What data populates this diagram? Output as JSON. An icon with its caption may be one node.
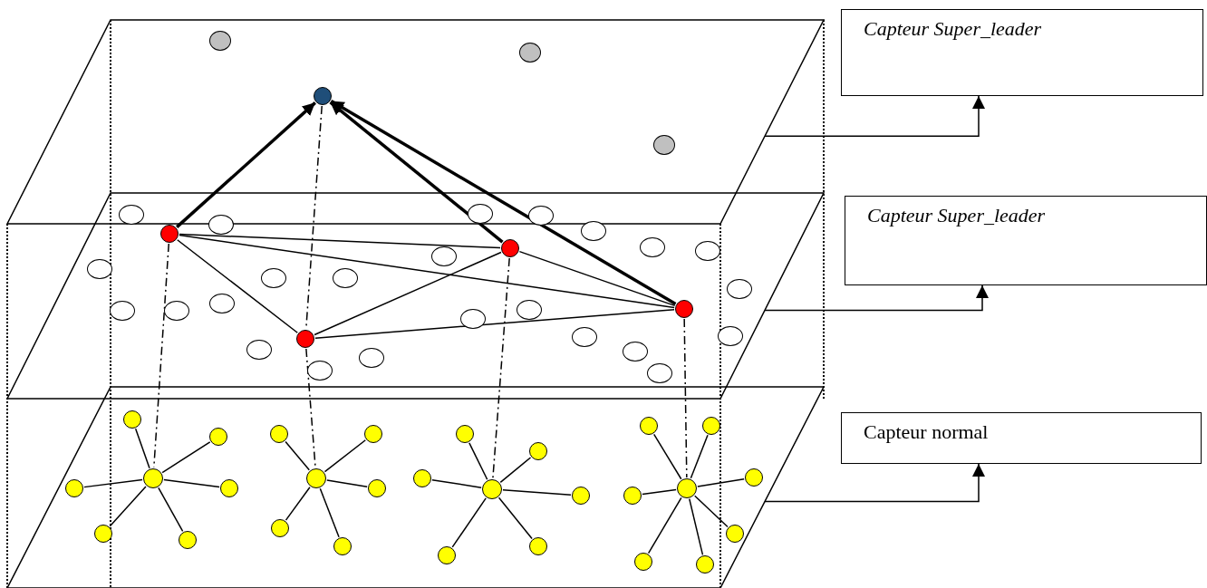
{
  "diagram": {
    "nodes": [
      {
        "text": [
          "Capteur Super_leader"
        ]
      },
      {
        "text": [
          "Capteur Super_leader"
        ]
      },
      {
        "text": [
          "Capteur normal"
        ]
      },
      {
        "text": [],
        "shape": "parallelogram"
      },
      {
        "text": [],
        "shape": "parallelogram"
      },
      {
        "text": [],
        "shape": "parallelogram"
      },
      {
        "text": [],
        "shape": "circle",
        "in": 3
      },
      {
        "text": [],
        "shape": "circle",
        "in": 3
      },
      {
        "text": [],
        "shape": "circle",
        "in": 3
      },
      {
        "text": [],
        "shape": "circle",
        "in": 3
      },
      {
        "text": [],
        "shape": "circle",
        "in": 4
      },
      {
        "text": [],
        "shape": "circle",
        "in": 4
      },
      {
        "text": [],
        "shape": "circle",
        "in": 4
      },
      {
        "text": [],
        "shape": "circle",
        "in": 4
      },
      {
        "text": [],
        "shape": "circle"
      },
      {
        "text": [],
        "shape": "circle",
        "in": 4
      },
      {
        "text": [],
        "shape": "circle",
        "in": 4
      },
      {
        "text": [],
        "shape": "circle",
        "in": 4
      },
      {
        "text": [],
        "shape": "circle",
        "in": 4
      },
      {
        "text": [],
        "shape": "circle",
        "in": 4
      },
      {
        "text": [],
        "shape": "circle",
        "in": 4
      },
      {
        "text": [],
        "shape": "circle",
        "in": 4
      },
      {
        "text": [],
        "shape": "circle",
        "in": 4
      },
      {
        "text": [],
        "shape": "circle",
        "in": 4
      },
      {
        "text": [],
        "shape": "circle",
        "in": 4
      },
      {
        "text": [],
        "shape": "circle",
        "in": 4
      },
      {
        "text": [],
        "shape": "circle"
      },
      {
        "text": [],
        "shape": "circle"
      },
      {
        "text": [],
        "shape": "circle",
        "in": 4
      },
      {
        "text": [],
        "shape": "circle",
        "in": 4
      },
      {
        "text": [],
        "shape": "circle",
        "in": 4
      },
      {
        "text": [],
        "shape": "circle",
        "in": 4
      },
      {
        "text": [],
        "shape": "circle",
        "in": 4
      },
      {
        "text": [],
        "shape": "circle",
        "in": 4
      },
      {
        "text": [],
        "shape": "circle",
        "in": 4
      },
      {
        "text": [],
        "shape": "circle",
        "in": 4
      },
      {
        "text": [],
        "shape": "circle",
        "in": 4
      },
      {
        "text": [],
        "shape": "circle",
        "in": 4
      },
      {
        "text": [],
        "shape": "circle",
        "in": 5
      },
      {
        "text": [],
        "shape": "circle",
        "in": 5
      },
      {
        "text": [],
        "shape": "circle",
        "in": 5
      },
      {
        "text": [],
        "shape": "circle",
        "in": 5
      },
      {
        "text": [],
        "shape": "circle",
        "in": 5
      },
      {
        "text": [],
        "shape": "circle",
        "in": 5
      },
      {
        "text": [],
        "shape": "circle",
        "in": 5
      },
      {
        "text": [],
        "shape": "circle",
        "in": 5
      },
      {
        "text": [],
        "shape": "circle",
        "in": 5
      },
      {
        "text": [],
        "shape": "circle",
        "in": 5
      },
      {
        "text": [],
        "shape": "circle",
        "in": 5
      },
      {
        "text": [],
        "shape": "circle",
        "in": 5
      },
      {
        "text": [],
        "shape": "circle",
        "in": 5
      },
      {
        "text": [],
        "shape": "circle",
        "in": 5
      },
      {
        "text": [],
        "shape": "circle",
        "in": 5
      },
      {
        "text": [],
        "shape": "circle",
        "in": 5
      },
      {
        "text": [],
        "shape": "circle",
        "in": 5
      },
      {
        "text": [],
        "shape": "circle",
        "in": 5
      },
      {
        "text": [],
        "shape": "circle",
        "in": 5
      },
      {
        "text": [],
        "shape": "circle",
        "in": 5
      },
      {
        "text": [],
        "shape": "circle",
        "in": 5
      },
      {
        "text": [],
        "shape": "circle",
        "in": 5
      },
      {
        "text": [],
        "shape": "circle",
        "in": 5
      },
      {
        "text": [],
        "shape": "circle",
        "in": 5
      },
      {
        "text": [],
        "shape": "circle",
        "in": 5
      },
      {
        "text": [],
        "shape": "circle",
        "in": 5
      },
      {
        "text": [],
        "shape": "circle",
        "in": 5
      },
      {
        "text": [],
        "shape": "circle",
        "in": 5
      }
    ],
    "edges": [
      {
        "from": 3,
        "to": 0,
        "arrow": "to"
      },
      {
        "from": 4,
        "to": 1,
        "arrow": "to"
      },
      {
        "from": 5,
        "to": 2,
        "arrow": "to"
      },
      {
        "from": 10,
        "to": 9,
        "arrow": "to",
        "style": "thick"
      },
      {
        "from": 11,
        "to": 9,
        "arrow": "to",
        "style": "thick"
      },
      {
        "from": 13,
        "to": 9,
        "arrow": "to",
        "style": "thick"
      },
      {
        "from": 10,
        "to": 11,
        "arrow": "none"
      },
      {
        "from": 10,
        "to": 13,
        "arrow": "none"
      },
      {
        "from": 10,
        "to": 12,
        "arrow": "none"
      },
      {
        "from": 12,
        "to": 11,
        "arrow": "none"
      },
      {
        "from": 12,
        "to": 13,
        "arrow": "none"
      },
      {
        "from": 11,
        "to": 13,
        "arrow": "none"
      },
      {
        "from": 9,
        "to": 12,
        "arrow": "none",
        "style": "dashed"
      },
      {
        "from": 10,
        "to": 38,
        "arrow": "none",
        "style": "dashed"
      },
      {
        "from": 12,
        "to": 39,
        "arrow": "none",
        "style": "dashed"
      },
      {
        "from": 11,
        "to": 40,
        "arrow": "none",
        "style": "dashed"
      },
      {
        "from": 13,
        "to": 41,
        "arrow": "none",
        "style": "dashed"
      },
      {
        "from": 38,
        "to": 42,
        "arrow": "none"
      },
      {
        "from": 38,
        "to": 43,
        "arrow": "none"
      },
      {
        "from": 38,
        "to": 44,
        "arrow": "none"
      },
      {
        "from": 38,
        "to": 45,
        "arrow": "none"
      },
      {
        "from": 38,
        "to": 46,
        "arrow": "none"
      },
      {
        "from": 38,
        "to": 47,
        "arrow": "none"
      },
      {
        "from": 39,
        "to": 48,
        "arrow": "none"
      },
      {
        "from": 39,
        "to": 49,
        "arrow": "none"
      },
      {
        "from": 39,
        "to": 50,
        "arrow": "none"
      },
      {
        "from": 39,
        "to": 51,
        "arrow": "none"
      },
      {
        "from": 39,
        "to": 52,
        "arrow": "none"
      },
      {
        "from": 40,
        "to": 53,
        "arrow": "none"
      },
      {
        "from": 40,
        "to": 54,
        "arrow": "none"
      },
      {
        "from": 40,
        "to": 55,
        "arrow": "none"
      },
      {
        "from": 40,
        "to": 56,
        "arrow": "none"
      },
      {
        "from": 40,
        "to": 57,
        "arrow": "none"
      },
      {
        "from": 40,
        "to": 58,
        "arrow": "none"
      },
      {
        "from": 41,
        "to": 59,
        "arrow": "none"
      },
      {
        "from": 41,
        "to": 60,
        "arrow": "none"
      },
      {
        "from": 41,
        "to": 61,
        "arrow": "none"
      },
      {
        "from": 41,
        "to": 62,
        "arrow": "none"
      },
      {
        "from": 41,
        "to": 63,
        "arrow": "none"
      },
      {
        "from": 41,
        "to": 64,
        "arrow": "none"
      },
      {
        "from": 41,
        "to": 65,
        "arrow": "none"
      }
    ]
  }
}
